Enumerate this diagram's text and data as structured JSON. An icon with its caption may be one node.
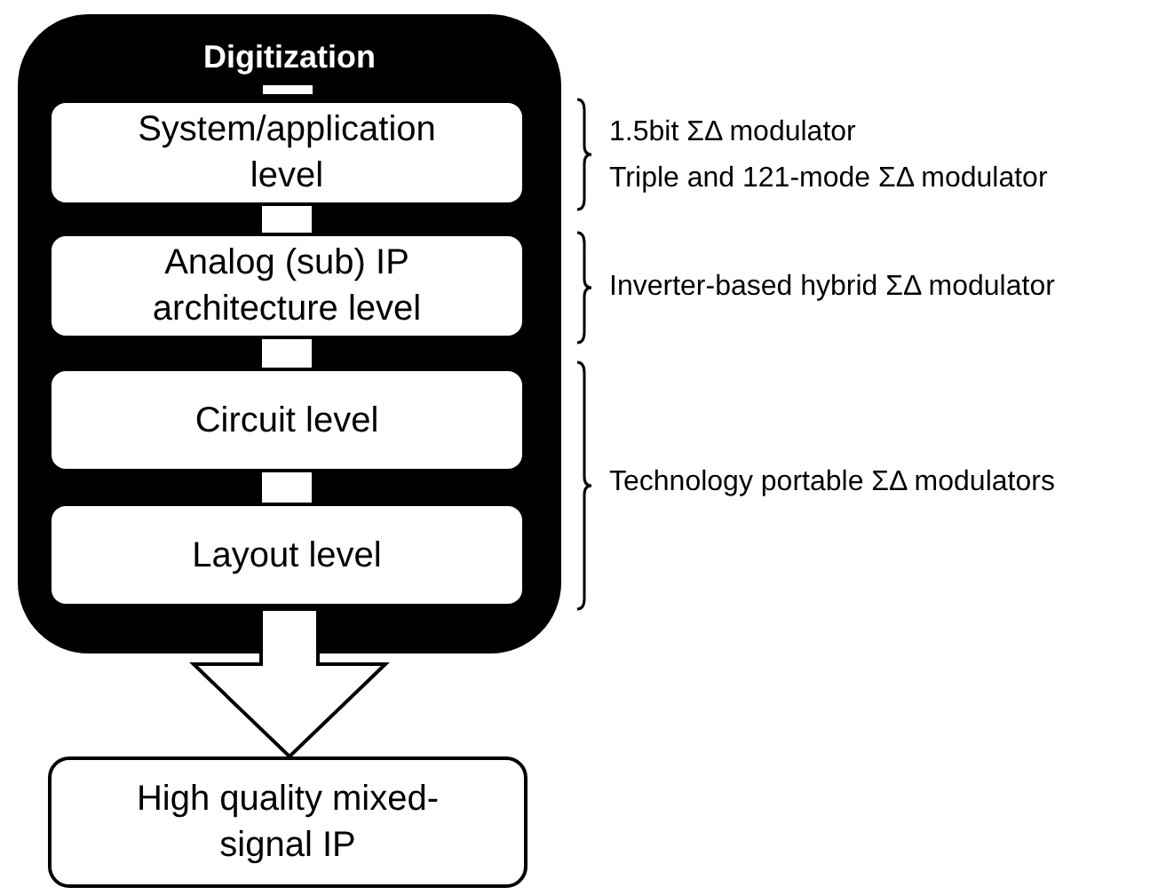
{
  "diagram": {
    "nodes": [
      {
        "text": [
          "Digitization"
        ]
      },
      {
        "text": [
          "System/application level"
        ],
        "in": 0
      },
      {
        "text": [
          "Analog (sub) IP architecture level"
        ],
        "in": 0
      },
      {
        "text": [
          "Circuit level"
        ],
        "in": 0
      },
      {
        "text": [
          "Layout level"
        ],
        "in": 0
      },
      {
        "text": [
          "High quality mixed-signal IP"
        ]
      }
    ],
    "edges": [
      {
        "from": 1,
        "to": 2,
        "arrow": "none"
      },
      {
        "from": 2,
        "to": 3,
        "arrow": "none"
      },
      {
        "from": 3,
        "to": 4,
        "arrow": "none"
      },
      {
        "from": 0,
        "to": 5,
        "arrow": "to",
        "style": "thick"
      }
    ],
    "labels": [
      "1.5bit ΣΔ modulator",
      "Triple and 121-mode ΣΔ modulator",
      "Inverter-based hybrid ΣΔ modulator",
      "Technology portable ΣΔ modulators"
    ]
  }
}
